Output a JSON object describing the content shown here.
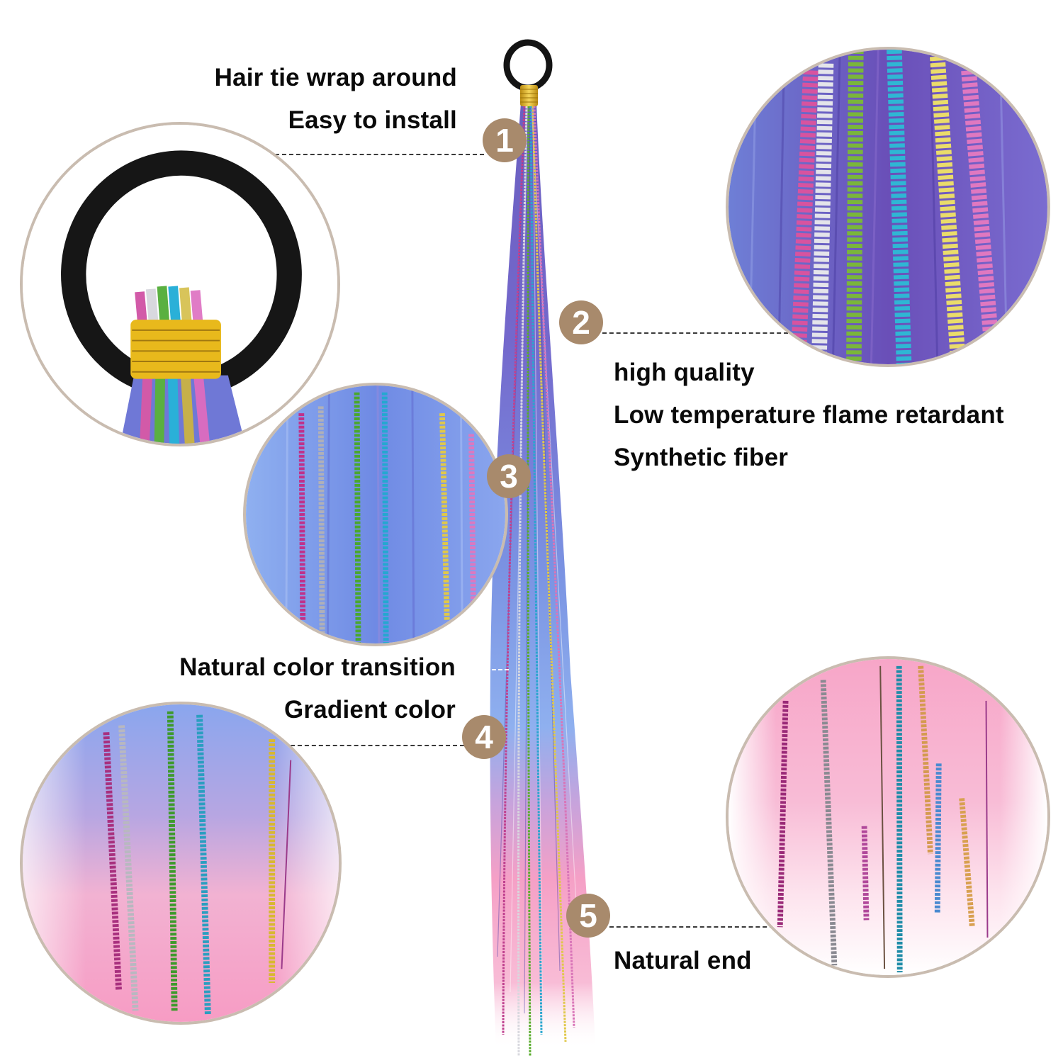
{
  "features": [
    {
      "number": "1",
      "lines": [
        "Hair tie wrap around",
        "Easy to install"
      ],
      "detail": "hair tie with gold thread wrap"
    },
    {
      "number": "2",
      "lines": [
        "high quality",
        "Low temperature flame retardant",
        "Synthetic fiber"
      ],
      "detail": "close-up of purple/blue hair with tinsel strands"
    },
    {
      "number": "3",
      "lines": [],
      "detail": "close-up of blue hair with tinsel strands"
    },
    {
      "number": "4",
      "lines": [
        "Natural color transition",
        "Gradient color"
      ],
      "detail": "blue-to-pink gradient close-up"
    },
    {
      "number": "5",
      "lines": [
        "Natural end"
      ],
      "detail": "pink hair ends close-up"
    }
  ],
  "colors": {
    "badge": "#a88a6c",
    "circle_border": "#c9bcb0",
    "text": "#0a0a0a",
    "hair_top": "#6b68c9",
    "hair_mid": "#7fa2ea",
    "hair_bottom": "#f5a3c7",
    "gold_wrap": "#e8b91c",
    "tie": "#141414"
  },
  "tinsel_colors": [
    "#d04fa0",
    "#c9c9cf",
    "#6fbf3a",
    "#2bb3d6",
    "#e9d55a",
    "#e27fc2"
  ]
}
